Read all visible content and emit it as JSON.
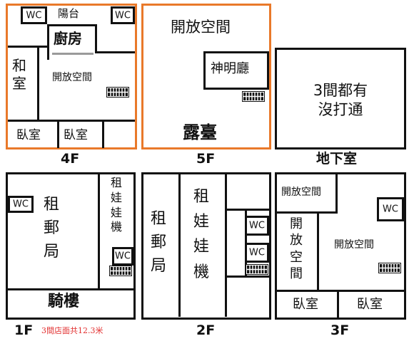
{
  "floors": {
    "f4": {
      "label": "4F",
      "wc_left": "WC",
      "wc_right": "WC",
      "balcony": "陽台",
      "kitchen": "廚房",
      "japanese_room": "和\n室",
      "open_space": "開放空間",
      "bedroom_1": "臥室",
      "bedroom_2": "臥室"
    },
    "f5": {
      "label": "5F",
      "open_space": "開放空間",
      "shrine_hall": "神明廳",
      "terrace": "露臺"
    },
    "basement": {
      "label": "地下室",
      "note": "3間都有\n沒打通"
    },
    "f1": {
      "label": "1F",
      "rental_post_office": "租\n郵\n局",
      "rental_doll_machine": "租\n娃\n娃\n機",
      "wc_top": "WC",
      "wc_right": "WC",
      "arcade": "騎樓",
      "frontage_note": "3間店面共12.3米"
    },
    "f2": {
      "label": "2F",
      "rental_post_office": "租\n郵\n局",
      "rental_doll_machine": "租\n娃\n娃\n機",
      "wc_upper": "WC",
      "wc_lower": "WC"
    },
    "f3": {
      "label": "3F",
      "open_space_top": "開放空間",
      "wc": "WC",
      "open_space_vertical": "開\n放\n空\n間",
      "open_space_right": "開放空間",
      "bedroom_1": "臥室",
      "bedroom_2": "臥室"
    }
  },
  "colors": {
    "wall": "#111111",
    "highlight_frame": "#e9792a",
    "note_text": "#e23030",
    "counter_line": "#9a9a9a"
  },
  "icons": [
    "stairs-icon"
  ]
}
